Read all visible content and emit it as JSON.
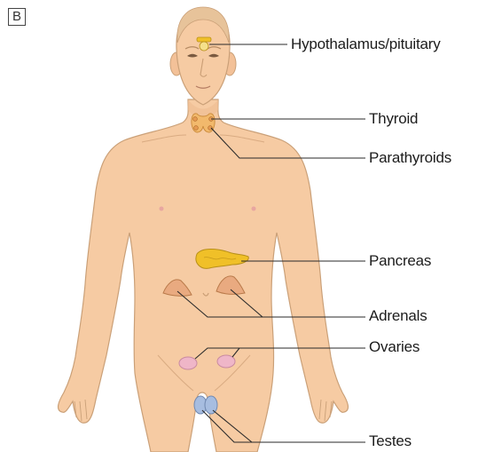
{
  "panel_label": "B",
  "colors": {
    "skin": "#f6cba3",
    "skin_outline": "#caa078",
    "hair": "#e7c39a",
    "gland_yellow": "#f0c028",
    "gland_orange": "#f2b96c",
    "adrenal": "#e9aa80",
    "ovary": "#efb6c8",
    "testis": "#a7bde0",
    "leader_line": "#2a2a2a"
  },
  "glands": [
    {
      "key": "hypothalamus_pituitary",
      "label": "Hypothalamus/pituitary"
    },
    {
      "key": "thyroid",
      "label": "Thyroid"
    },
    {
      "key": "parathyroids",
      "label": "Parathyroids"
    },
    {
      "key": "pancreas",
      "label": "Pancreas"
    },
    {
      "key": "adrenals",
      "label": "Adrenals"
    },
    {
      "key": "ovaries",
      "label": "Ovaries"
    },
    {
      "key": "testes",
      "label": "Testes"
    }
  ]
}
